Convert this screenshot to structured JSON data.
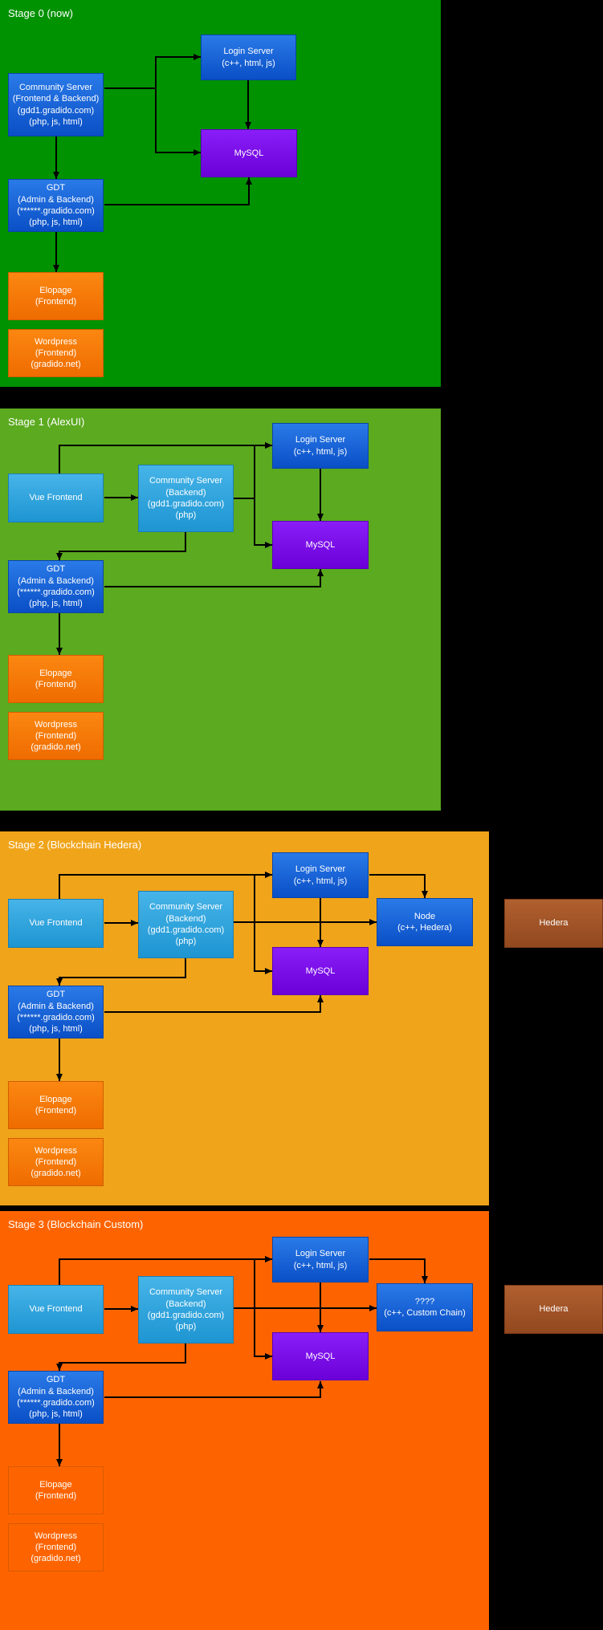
{
  "colors": {
    "stage0_bg": "#009200",
    "stage1_bg": "#5baa1f",
    "stage2_bg": "#f0a41a",
    "stage3_bg": "#fd6400",
    "blue_node": "#1060dd",
    "light_blue_node": "#30a7dd",
    "purple_node": "#7a00f2",
    "orange_node": "#f97c06",
    "brown_node": "#a4572c",
    "connector": "#000000"
  },
  "stages": [
    {
      "title": "Stage 0 (now)",
      "nodes": {
        "login": "Login Server\n(c++, html, js)",
        "community": "Community Server\n(Frontend & Backend)\n(gdd1.gradido.com)\n(php, js, html)",
        "mysql": "MySQL",
        "gdt": "GDT\n(Admin & Backend)\n(******.gradido.com)\n(php, js, html)",
        "elopage": "Elopage\n(Frontend)",
        "wordpress": "Wordpress\n(Frontend)\n(gradido.net)"
      }
    },
    {
      "title": "Stage 1 (AlexUI)",
      "nodes": {
        "vue": "Vue Frontend",
        "community": "Community Server\n(Backend)\n(gdd1.gradido.com)\n(php)",
        "login": "Login Server\n(c++, html, js)",
        "mysql": "MySQL",
        "gdt": "GDT\n(Admin & Backend)\n(******.gradido.com)\n(php, js, html)",
        "elopage": "Elopage\n(Frontend)",
        "wordpress": "Wordpress\n(Frontend)\n(gradido.net)"
      }
    },
    {
      "title": "Stage 2 (Blockchain Hedera)",
      "nodes": {
        "vue": "Vue Frontend",
        "community": "Community Server\n(Backend)\n(gdd1.gradido.com)\n(php)",
        "login": "Login Server\n(c++, html, js)",
        "node": "Node\n(c++, Hedera)",
        "mysql": "MySQL",
        "hedera": "Hedera",
        "gdt": "GDT\n(Admin & Backend)\n(******.gradido.com)\n(php, js, html)",
        "elopage": "Elopage\n(Frontend)",
        "wordpress": "Wordpress\n(Frontend)\n(gradido.net)"
      }
    },
    {
      "title": "Stage 3 (Blockchain Custom)",
      "nodes": {
        "vue": "Vue Frontend",
        "community": "Community Server\n(Backend)\n(gdd1.gradido.com)\n(php)",
        "login": "Login Server\n(c++, html, js)",
        "custom": "????\n(c++, Custom Chain)",
        "mysql": "MySQL",
        "hedera": "Hedera",
        "gdt": "GDT\n(Admin & Backend)\n(******.gradido.com)\n(php, js, html)",
        "elopage": "Elopage\n(Frontend)",
        "wordpress": "Wordpress\n(Frontend)\n(gradido.net)"
      }
    }
  ]
}
